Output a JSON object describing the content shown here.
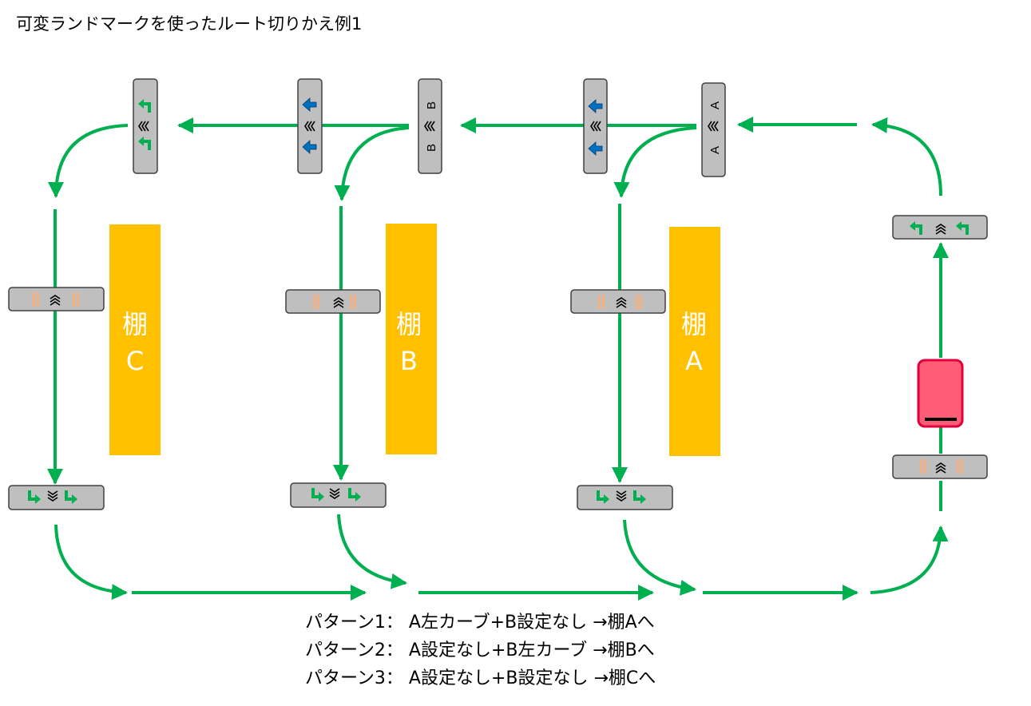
{
  "title": "可変ランドマークを使ったルート切りかえ例1",
  "shelves": [
    {
      "name": "棚",
      "letter": "C"
    },
    {
      "name": "棚",
      "letter": "B"
    },
    {
      "name": "棚",
      "letter": "A"
    }
  ],
  "vertical_markers": [
    {
      "letter": "B"
    },
    {
      "letter": "A"
    }
  ],
  "patterns": [
    "パターン1：  A左カーブ+B設定なし →棚Aへ",
    "パターン2：  A設定なし+B左カーブ →棚Bへ",
    "パターン3：  A設定なし+B設定なし →棚Cへ"
  ],
  "colors": {
    "route": "#00b050",
    "shelf": "#ffc000",
    "marker_bg": "#bfbfbf",
    "stop_bars": "#f4b183",
    "blue_arrow": "#0070c0",
    "vehicle": "#ff5c77",
    "vehicle_border": "#e0003c"
  },
  "icons": {
    "turn": "curved-arrow-icon",
    "straight": "triple-chevron-icon",
    "stop": "double-bar-icon",
    "vehicle": "agv-icon"
  }
}
